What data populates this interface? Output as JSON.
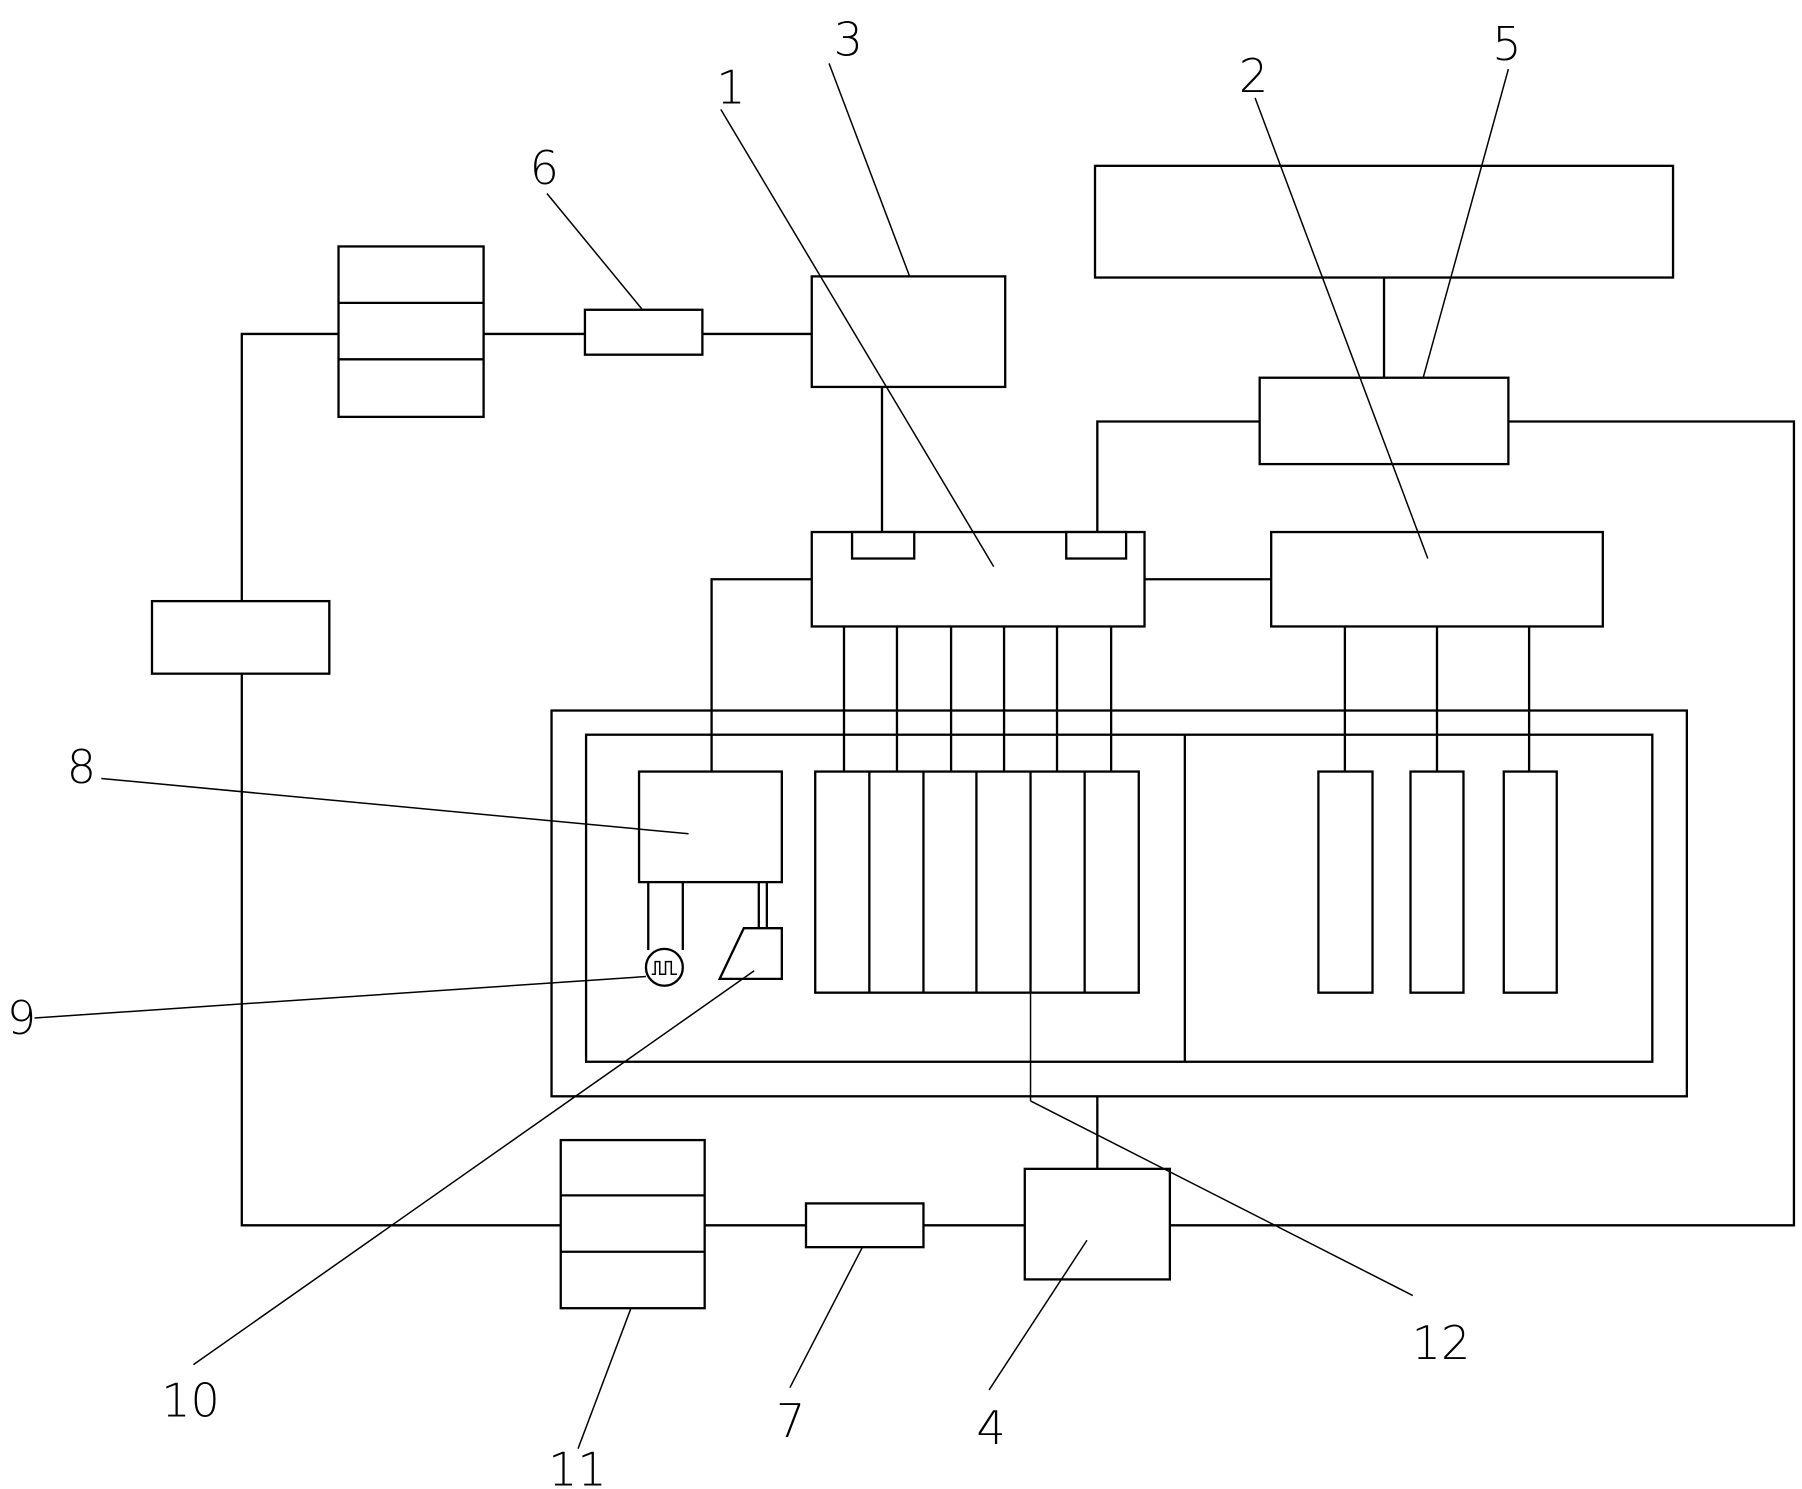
{
  "figure": {
    "type": "schematic block diagram",
    "reference_labels": [
      {
        "id": "label-1",
        "text": "1"
      },
      {
        "id": "label-2",
        "text": "2"
      },
      {
        "id": "label-3",
        "text": "3"
      },
      {
        "id": "label-4",
        "text": "4"
      },
      {
        "id": "label-5",
        "text": "5"
      },
      {
        "id": "label-6",
        "text": "6"
      },
      {
        "id": "label-7",
        "text": "7"
      },
      {
        "id": "label-8",
        "text": "8"
      },
      {
        "id": "label-9",
        "text": "9"
      },
      {
        "id": "label-10",
        "text": "10"
      },
      {
        "id": "label-11",
        "text": "11"
      },
      {
        "id": "label-12",
        "text": "12"
      }
    ],
    "components": {
      "main_controller": "1",
      "secondary_controller": "2",
      "upper_unit": "3",
      "lower_unit": "4",
      "top_right_unit": "5",
      "upper_inline_element": "6",
      "lower_inline_element": "7",
      "housing_block": "8",
      "sensor": "9",
      "nozzle": "10",
      "lower_stacked_unit": "11",
      "cell_array": "12"
    },
    "cell_array_count": 6,
    "right_cell_count": 3,
    "stacked_unit_segments": 3
  }
}
